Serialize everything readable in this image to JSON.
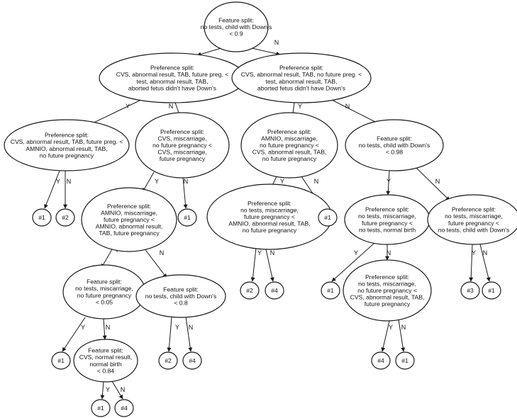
{
  "nodes": [
    {
      "id": "n1",
      "lines": [
        "Feature split:",
        "no tests, child with Down's",
        "< 0.9"
      ]
    },
    {
      "id": "n2",
      "lines": [
        "Preference split:",
        "CVS, abnormal result, TAB, future preg. <",
        "test, abnormal result, TAB,",
        "aborted fetus didn't have Down's"
      ]
    },
    {
      "id": "n3",
      "lines": [
        "Preference split:",
        "CVS, abnormal result, TAB, no future preg. <",
        "test, abnormal result, TAB,",
        "aborted fetus didn't have Down's"
      ]
    },
    {
      "id": "n4",
      "lines": [
        "Preference split:",
        "CVS, abnormal result, TAB, future preg. <",
        "AMNIO, abnormal result, TAB,",
        "no future pregnancy"
      ]
    },
    {
      "id": "n5",
      "lines": [
        "Preference split:",
        "CVS, miscarriage,",
        "no future pregnancy <",
        "CVS, miscarriage,",
        "future pregnancy"
      ]
    },
    {
      "id": "n6",
      "lines": [
        "Preference split:",
        "AMNIO, miscarriage,",
        "no future pregnancy <",
        "CVS, abnormal result, TAB,",
        "no future pregnancy"
      ]
    },
    {
      "id": "n7",
      "lines": [
        "Feature split:",
        "no tests, child with Down's",
        "< 0.98"
      ]
    },
    {
      "id": "n8",
      "lines": [
        "#1"
      ]
    },
    {
      "id": "n9",
      "lines": [
        "#2"
      ]
    },
    {
      "id": "n10",
      "lines": [
        "Preference split:",
        "AMNIO, miscarriage,",
        "future pregnancy <",
        "AMNIO, abnormal result,",
        "TAB, future pregnancy"
      ]
    },
    {
      "id": "n11",
      "lines": [
        "#1"
      ]
    },
    {
      "id": "n12",
      "lines": [
        "Preference split:",
        "no tests, miscarriage,",
        "future pregnancy <",
        "AMNIO, abnormal result, TAB,",
        "no future pregnancy"
      ]
    },
    {
      "id": "n13",
      "lines": [
        "#1"
      ]
    },
    {
      "id": "n14",
      "lines": [
        "Preference split:",
        "no tests, miscarriage,",
        "future pregnancy <",
        "no tests, normal birth"
      ]
    },
    {
      "id": "n15",
      "lines": [
        "Preference split:",
        "no tests, miscarriage,",
        "future pregnancy <",
        "no tests, child with Down's"
      ]
    },
    {
      "id": "n16",
      "lines": [
        "Feature split:",
        "no tests, miscarriage,",
        "no future pregnancy",
        "< 0.05"
      ]
    },
    {
      "id": "n17",
      "lines": [
        "Feature split:",
        "no tests, child with Down's",
        "< 0.8"
      ]
    },
    {
      "id": "n18",
      "lines": [
        "#2"
      ]
    },
    {
      "id": "n19",
      "lines": [
        "#4"
      ]
    },
    {
      "id": "n20",
      "lines": [
        "#1"
      ]
    },
    {
      "id": "n21",
      "lines": [
        "Preference split:",
        "no tests, miscarriage,",
        "no future pregnancy <",
        "CVS, abnormal result, TAB,",
        "future pregnancy"
      ]
    },
    {
      "id": "n22",
      "lines": [
        "#3"
      ]
    },
    {
      "id": "n23",
      "lines": [
        "#1"
      ]
    },
    {
      "id": "n24",
      "lines": [
        "#1"
      ]
    },
    {
      "id": "n25",
      "lines": [
        "Feature split:",
        "CVS, normal result,",
        "normal birth",
        "< 0.84"
      ]
    },
    {
      "id": "n26",
      "lines": [
        "#2"
      ]
    },
    {
      "id": "n27",
      "lines": [
        "#4"
      ]
    },
    {
      "id": "n28",
      "lines": [
        "#4"
      ]
    },
    {
      "id": "n29",
      "lines": [
        "#1"
      ]
    },
    {
      "id": "n30",
      "lines": [
        "#1"
      ]
    },
    {
      "id": "n31",
      "lines": [
        "#4"
      ]
    }
  ],
  "edges": [
    {
      "from": "n1",
      "to": "n2",
      "label": "Y"
    },
    {
      "from": "n1",
      "to": "n3",
      "label": "N"
    },
    {
      "from": "n2",
      "to": "n4",
      "label": "Y"
    },
    {
      "from": "n2",
      "to": "n5",
      "label": "N"
    },
    {
      "from": "n3",
      "to": "n6",
      "label": "Y"
    },
    {
      "from": "n3",
      "to": "n7",
      "label": "N"
    },
    {
      "from": "n4",
      "to": "n8",
      "label": "Y"
    },
    {
      "from": "n4",
      "to": "n9",
      "label": "N"
    },
    {
      "from": "n5",
      "to": "n10",
      "label": "Y"
    },
    {
      "from": "n5",
      "to": "n11",
      "label": "N"
    },
    {
      "from": "n6",
      "to": "n12",
      "label": "Y"
    },
    {
      "from": "n6",
      "to": "n13",
      "label": "N"
    },
    {
      "from": "n7",
      "to": "n14",
      "label": "Y"
    },
    {
      "from": "n7",
      "to": "n15",
      "label": "N"
    },
    {
      "from": "n10",
      "to": "n16",
      "label": "Y"
    },
    {
      "from": "n10",
      "to": "n17",
      "label": "N"
    },
    {
      "from": "n12",
      "to": "n18",
      "label": "Y"
    },
    {
      "from": "n12",
      "to": "n19",
      "label": "N"
    },
    {
      "from": "n14",
      "to": "n20",
      "label": "Y"
    },
    {
      "from": "n14",
      "to": "n21",
      "label": "N"
    },
    {
      "from": "n15",
      "to": "n22",
      "label": "Y"
    },
    {
      "from": "n15",
      "to": "n23",
      "label": "N"
    },
    {
      "from": "n16",
      "to": "n24",
      "label": "Y"
    },
    {
      "from": "n16",
      "to": "n25",
      "label": "N"
    },
    {
      "from": "n17",
      "to": "n26",
      "label": "Y"
    },
    {
      "from": "n17",
      "to": "n27",
      "label": "N"
    },
    {
      "from": "n21",
      "to": "n28",
      "label": "Y"
    },
    {
      "from": "n21",
      "to": "n29",
      "label": "N"
    },
    {
      "from": "n25",
      "to": "n30",
      "label": "Y"
    },
    {
      "from": "n25",
      "to": "n31",
      "label": "N"
    }
  ]
}
